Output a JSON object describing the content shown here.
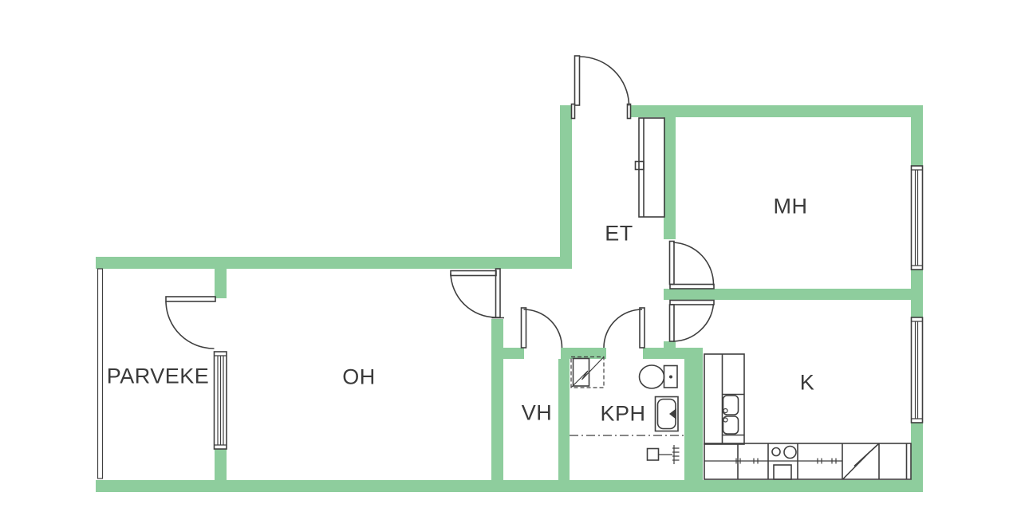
{
  "colors": {
    "wall": "#8ecd9d",
    "line": "#3f3f3f",
    "text": "#3a3a3a",
    "bg": "#ffffff"
  },
  "plan": {
    "type": "apartment-floor-plan",
    "rooms": {
      "parveke": {
        "label": "PARVEKE"
      },
      "oh": {
        "label": "OH"
      },
      "vh": {
        "label": "VH"
      },
      "kph": {
        "label": "KPH"
      },
      "et": {
        "label": "ET"
      },
      "mh": {
        "label": "MH"
      },
      "k": {
        "label": "K"
      }
    },
    "fixture_icons": [
      "entry-door-icon",
      "balcony-door-icon",
      "room-door-icon",
      "window-icon",
      "balcony-railing-icon",
      "wardrobe-icon",
      "toilet-icon",
      "washbasin-icon",
      "washing-machine-reservation-icon",
      "floor-drain-icon",
      "shower-divider-icon",
      "kitchen-sink-icon",
      "stove-icon",
      "oven-icon",
      "dishwasher-reservation-icon",
      "counter-icon"
    ]
  }
}
